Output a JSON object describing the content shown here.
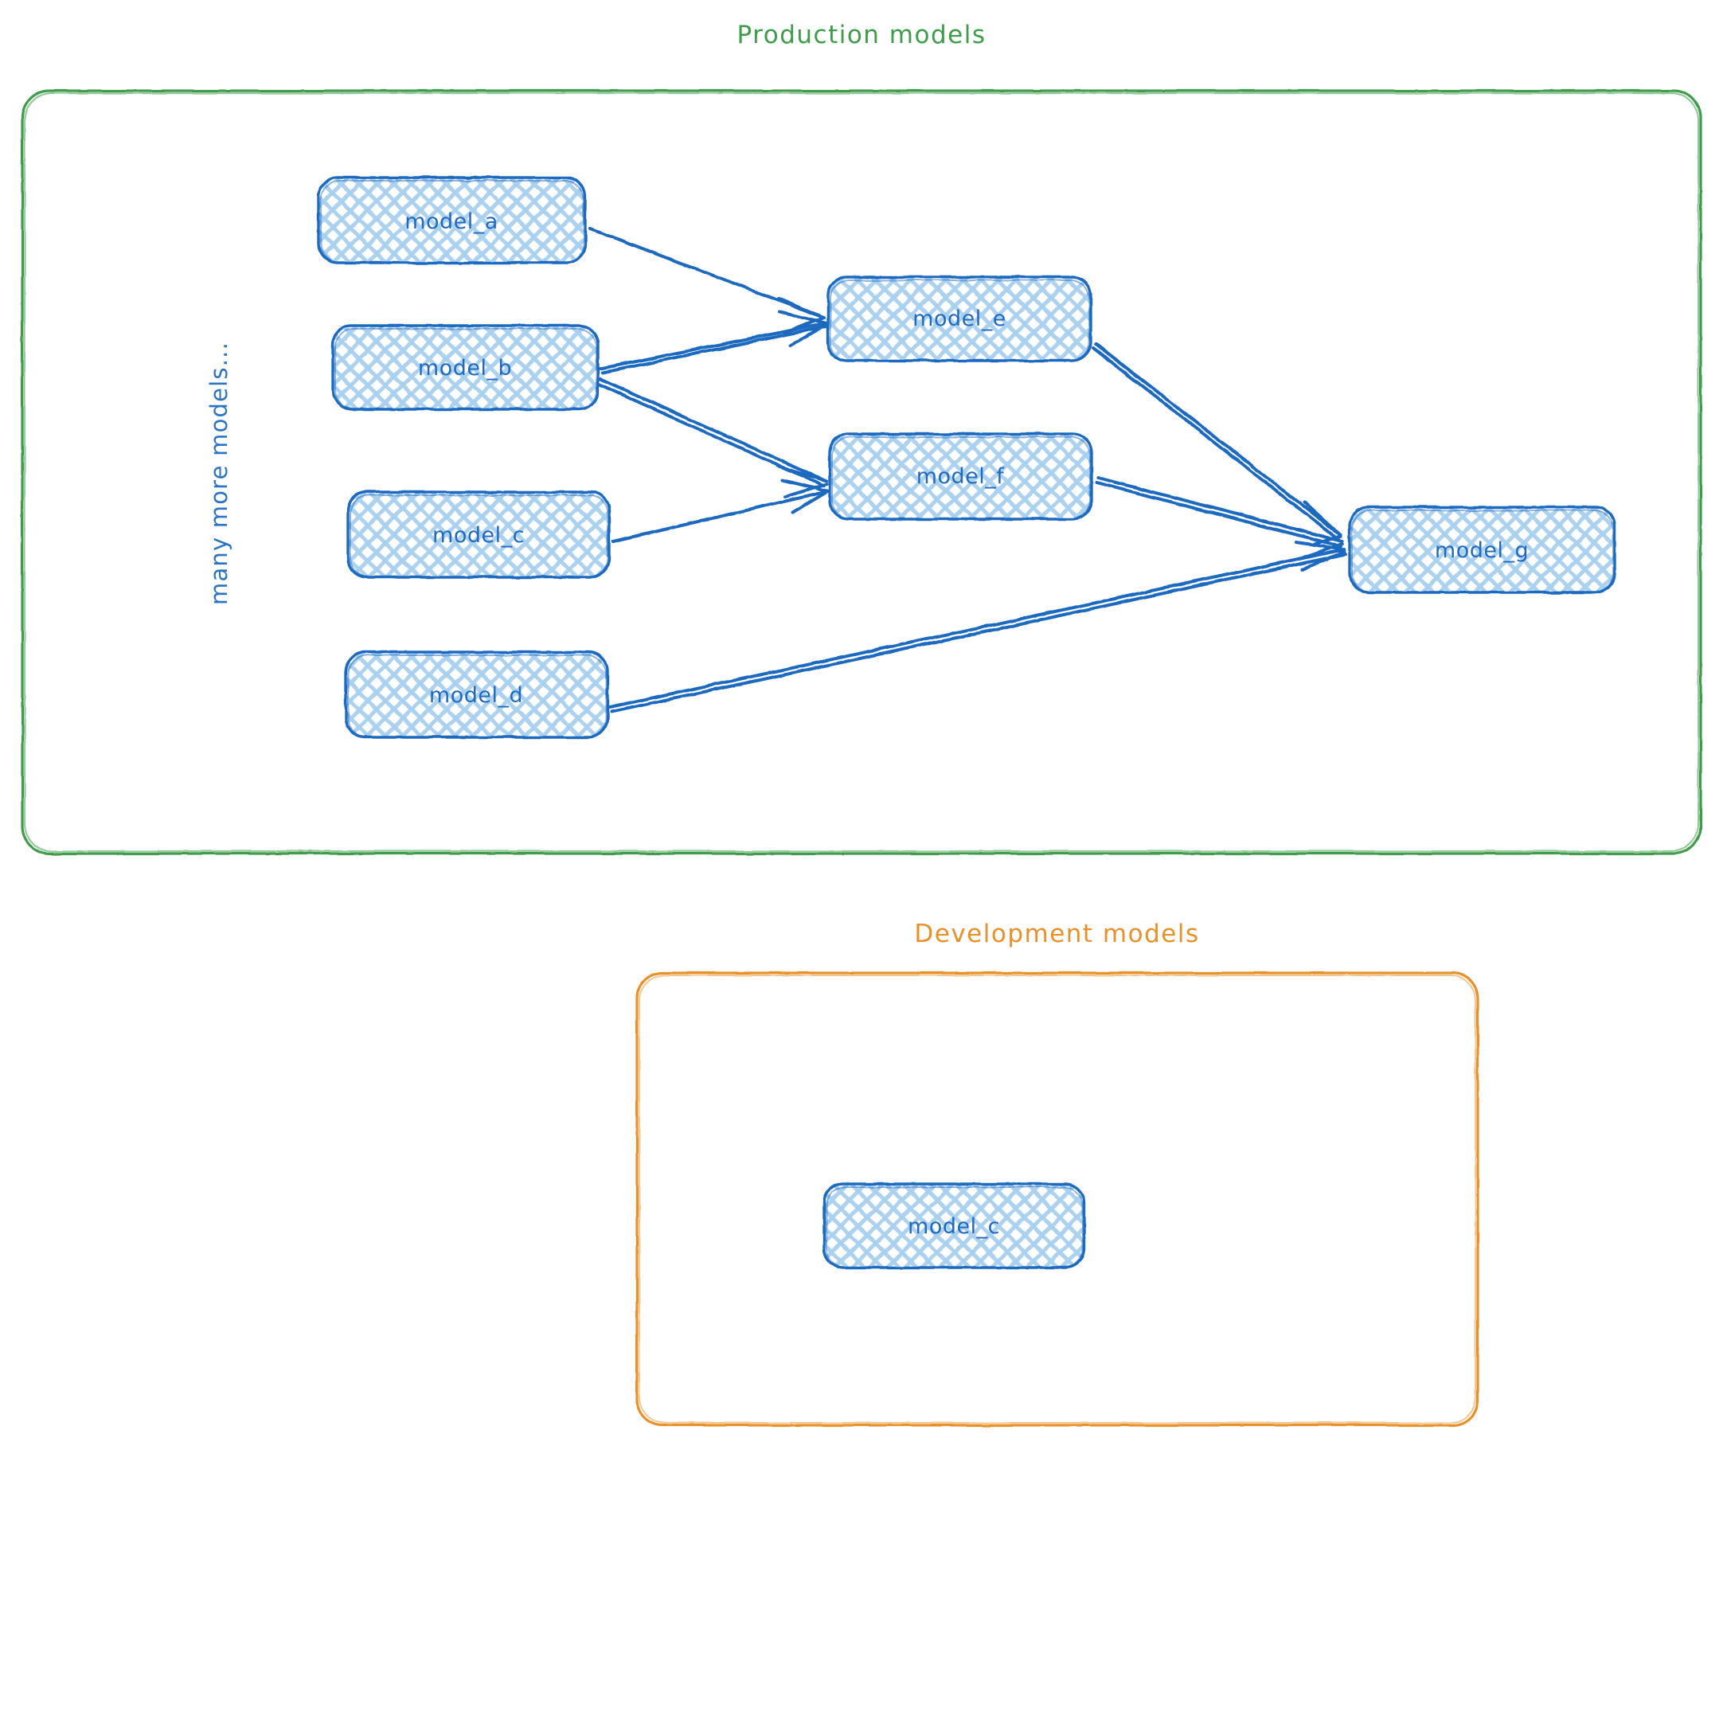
{
  "diagram": {
    "type": "dag",
    "style": "hand-drawn sketch",
    "colors": {
      "production_group": "#3f9c4b",
      "development_group": "#e8912a",
      "node_stroke": "#1f69c0",
      "node_fill_hatch": "#9dc8ee",
      "edge": "#1f69c0",
      "background": "#ffffff"
    },
    "groups": [
      {
        "id": "production",
        "title": "Production models",
        "color": "#3f9c4b",
        "side_label": "many more models...",
        "side_label_color": "#2b74c4"
      },
      {
        "id": "development",
        "title": "Development models",
        "color": "#e8912a"
      }
    ],
    "nodes": [
      {
        "id": "model_a",
        "label": "model_a",
        "group": "production"
      },
      {
        "id": "model_b",
        "label": "model_b",
        "group": "production"
      },
      {
        "id": "model_c",
        "label": "model_c",
        "group": "production"
      },
      {
        "id": "model_d",
        "label": "model_d",
        "group": "production"
      },
      {
        "id": "model_e",
        "label": "model_e",
        "group": "production"
      },
      {
        "id": "model_f",
        "label": "model_f",
        "group": "production"
      },
      {
        "id": "model_g",
        "label": "model_g",
        "group": "production"
      },
      {
        "id": "dev_model_c",
        "label": "model_c",
        "group": "development"
      }
    ],
    "edges": [
      {
        "from": "model_a",
        "to": "model_e"
      },
      {
        "from": "model_b",
        "to": "model_e"
      },
      {
        "from": "model_b",
        "to": "model_f"
      },
      {
        "from": "model_c",
        "to": "model_f"
      },
      {
        "from": "model_e",
        "to": "model_g"
      },
      {
        "from": "model_f",
        "to": "model_g"
      },
      {
        "from": "model_d",
        "to": "model_g"
      }
    ]
  }
}
